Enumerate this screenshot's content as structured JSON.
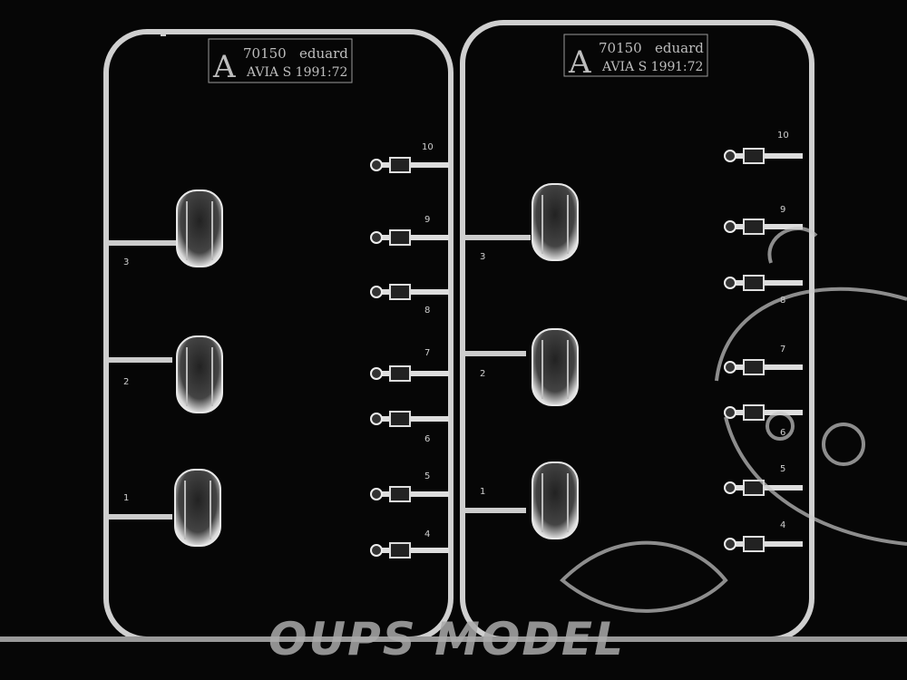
{
  "sprues": [
    {
      "letter": "A",
      "code": "70150",
      "brand": "eduard",
      "model": "AVIA S 199",
      "scale": "1:72",
      "left_numbers": [
        "3",
        "2",
        "1"
      ],
      "right_numbers": [
        "10",
        "9",
        "8",
        "7",
        "6",
        "5",
        "4"
      ]
    },
    {
      "letter": "A",
      "code": "70150",
      "brand": "eduard",
      "model": "AVIA S 199",
      "scale": "1:72",
      "left_numbers": [
        "3",
        "2",
        "1"
      ],
      "right_numbers": [
        "10",
        "9",
        "8",
        "7",
        "6",
        "5",
        "4"
      ]
    }
  ],
  "watermark": {
    "text": "OUPS MODEL",
    "color": "#aaaaaa"
  }
}
